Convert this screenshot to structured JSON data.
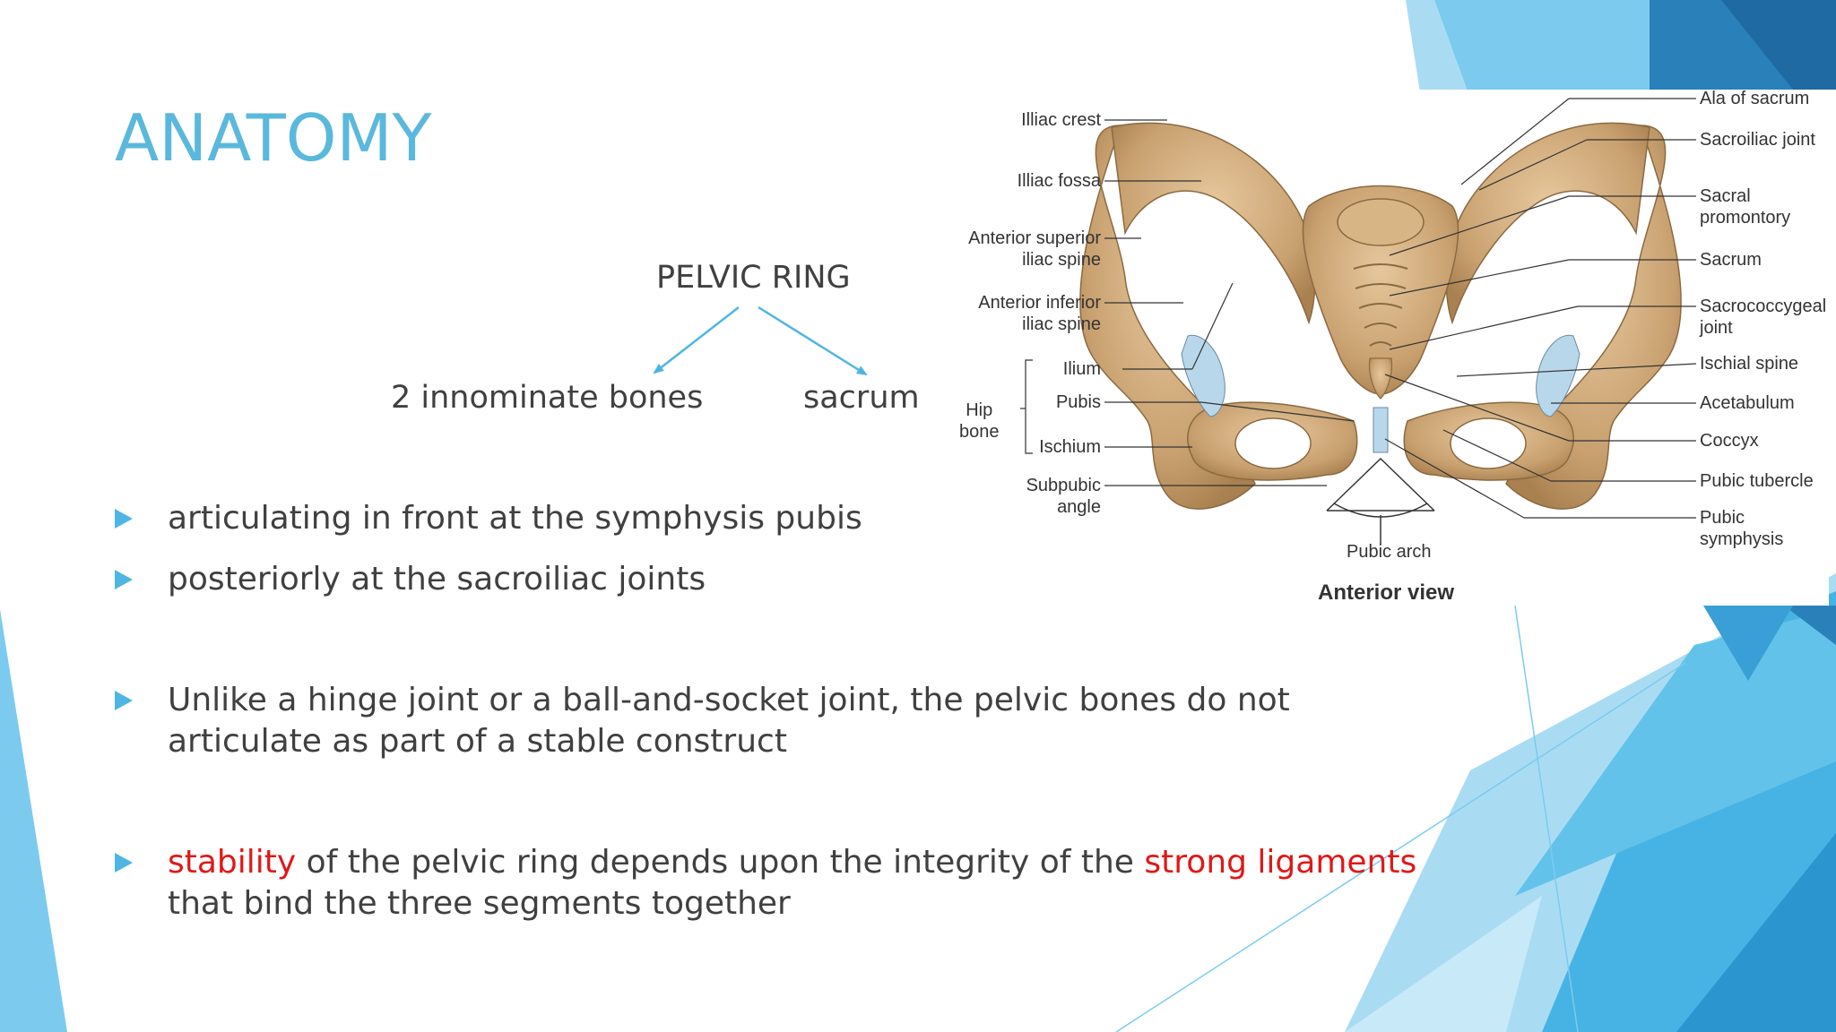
{
  "slide": {
    "title": "ANATOMY",
    "accent_color": "#5bb8dd",
    "highlight_color": "#e01818"
  },
  "pelvic_ring": {
    "root": "PELVIC RING",
    "left_child": "2 innominate bones",
    "right_child": "sacrum"
  },
  "bullets": [
    {
      "text": "articulating in front at the symphysis pubis"
    },
    {
      "text": "posteriorly at the sacroiliac joints"
    },
    {
      "text": "Unlike a hinge joint or a ball-and-socket joint, the pelvic bones do not articulate as part of a stable construct"
    },
    {
      "pre": "",
      "red1": "stability",
      "mid": " of the pelvic ring depends upon the integrity of the ",
      "red2": "strong ligaments",
      "post": " that bind the three segments together"
    }
  ],
  "figure": {
    "caption": "Anterior view",
    "pubic_arch": "Pubic arch",
    "left_labels": {
      "iliac_crest": "Illiac crest",
      "iliac_fossa": "Illiac fossa",
      "asis_1": "Anterior superior",
      "asis_2": "iliac spine",
      "aiis_1": "Anterior inferior",
      "aiis_2": "iliac spine",
      "hip_1": "Hip",
      "hip_2": "bone",
      "ilium": "Ilium",
      "pubis": "Pubis",
      "ischium": "Ischium",
      "subpubic_1": "Subpubic",
      "subpubic_2": "angle"
    },
    "right_labels": {
      "ala": "Ala of sacrum",
      "si_joint": "Sacroiliac joint",
      "promontory_1": "Sacral",
      "promontory_2": "promontory",
      "sacrum": "Sacrum",
      "sacrococcygeal_1": "Sacrococcygeal",
      "sacrococcygeal_2": "joint",
      "ischial_spine": "Ischial spine",
      "acetabulum": "Acetabulum",
      "coccyx": "Coccyx",
      "pubic_tubercle": "Pubic tubercle",
      "symphysis_1": "Pubic",
      "symphysis_2": "symphysis"
    }
  }
}
